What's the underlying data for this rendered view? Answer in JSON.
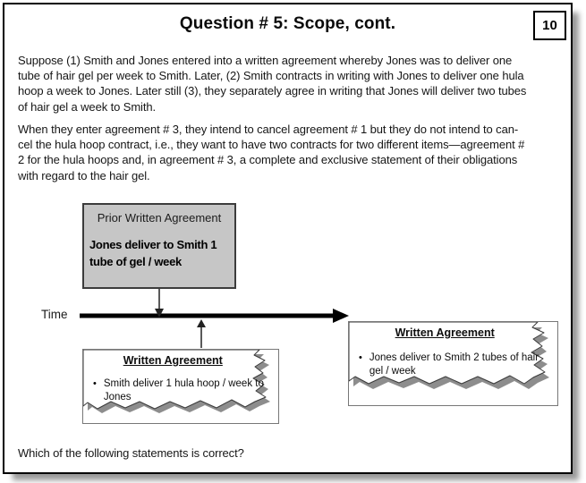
{
  "slide": {
    "title": "Question # 5: Scope, cont.",
    "page_number": "10",
    "paragraph1_lines": [
      "Suppose (1) Smith and Jones entered into a written agreement whereby Jones was to deliver one",
      "tube of hair gel per week to Smith. Later, (2) Smith contracts in writing with Jones to deliver one hula",
      "hoop a week to Jones. Later still (3), they separately agree in writing that Jones will deliver two tubes",
      "of hair gel a week to Smith."
    ],
    "paragraph2_lines": [
      "When they enter agreement # 3, they intend to cancel agreement # 1 but they do not intend to can-",
      "cel the hula hoop contract, i.e., they want to have two contracts for two different items—agreement #",
      "2 for the hula hoops and, in agreement # 3, a complete and exclusive statement of their obligations",
      "with regard to the hair gel."
    ],
    "question": "Which of the following statements is correct?"
  },
  "diagram": {
    "time_label": "Time",
    "prior_box": {
      "title": "Prior Written Agreement",
      "body_line1": "Jones deliver to Smith 1",
      "body_line2": "tube of gel / week"
    },
    "agreement2_box": {
      "title": "Written Agreement",
      "bullet": "Smith deliver 1 hula hoop / week to Jones"
    },
    "agreement3_box": {
      "title": "Written Agreement",
      "bullet": "Jones deliver to Smith 2 tubes of hair gel / week"
    },
    "icons": {
      "bullet": "•"
    }
  },
  "colors": {
    "prior_box_fill": "#c6c6c6",
    "slide_border": "#000000",
    "slide_shadow": "#9a9a9a",
    "tear_shadow": "#8d8d8d"
  }
}
